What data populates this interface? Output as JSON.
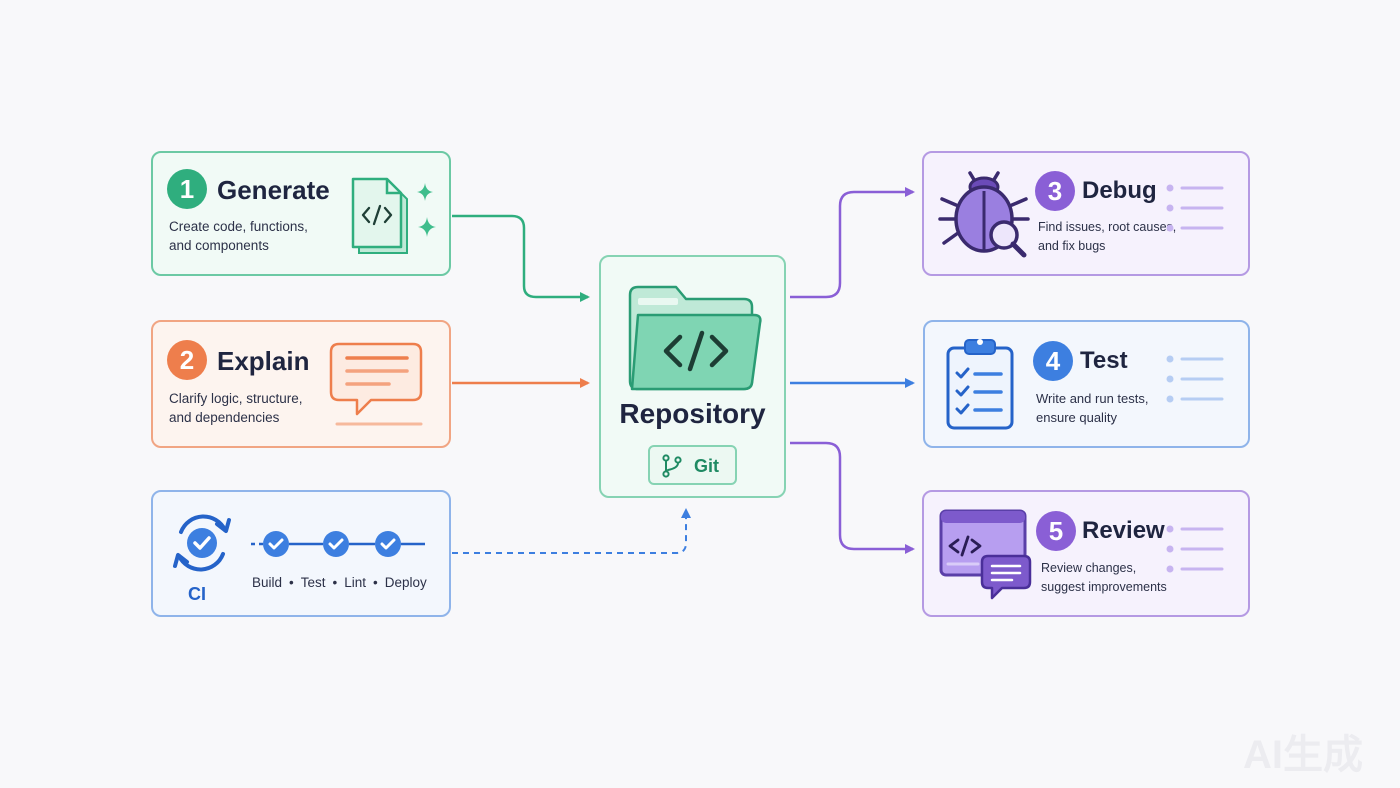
{
  "steps": {
    "generate": {
      "number": "1",
      "title": "Generate",
      "desc": [
        "Create code, functions,",
        "and components"
      ]
    },
    "explain": {
      "number": "2",
      "title": "Explain",
      "desc": [
        "Clarify logic, structure,",
        "and dependencies"
      ]
    },
    "debug": {
      "number": "3",
      "title": "Debug",
      "desc": [
        "Find issues, root causes,",
        "and fix bugs"
      ]
    },
    "test": {
      "number": "4",
      "title": "Test",
      "desc": [
        "Write and run tests,",
        "ensure quality"
      ]
    },
    "review": {
      "number": "5",
      "title": "Review",
      "desc": [
        "Review changes,",
        "suggest improvements"
      ]
    }
  },
  "repository": {
    "title": "Repository",
    "git_label": "Git"
  },
  "ci": {
    "label": "CI",
    "stages": [
      "Build",
      "Test",
      "Lint",
      "Deploy"
    ],
    "separator": "•"
  },
  "watermark": "AI生成",
  "colors": {
    "green": "#2fae7e",
    "orange": "#ee7e4c",
    "blue": "#3d7fe0",
    "purple": "#8a5fd6",
    "ci_blue": "#2563c9"
  },
  "icons": {
    "generate": "code-file-sparkle-icon",
    "explain": "chat-bubble-icon",
    "debug": "bug-magnifier-icon",
    "test": "checklist-clipboard-icon",
    "review": "code-window-chat-icon",
    "repository": "code-folder-icon",
    "git": "git-branch-icon",
    "ci": "ci-cycle-icon"
  }
}
